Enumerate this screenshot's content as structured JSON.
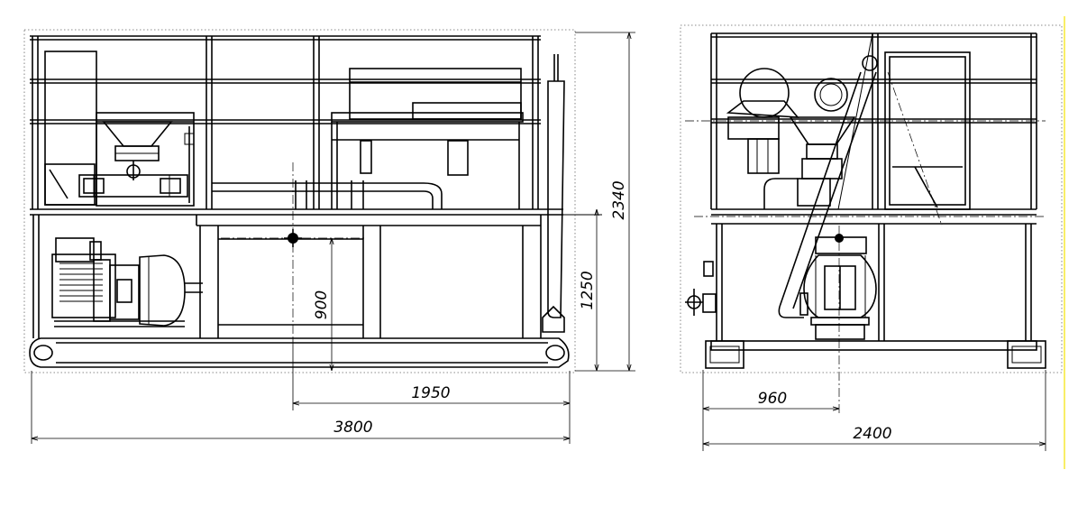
{
  "dimensions": {
    "front_total_height": "2340",
    "front_frame_height": "1250",
    "front_center_height": "900",
    "front_center_offset": "1950",
    "front_total_length": "3800",
    "side_center_offset": "960",
    "side_total_width": "2400"
  },
  "colors": {
    "line": "#000000",
    "dotted_border": "#666666",
    "edge_line": "#f5e200"
  }
}
